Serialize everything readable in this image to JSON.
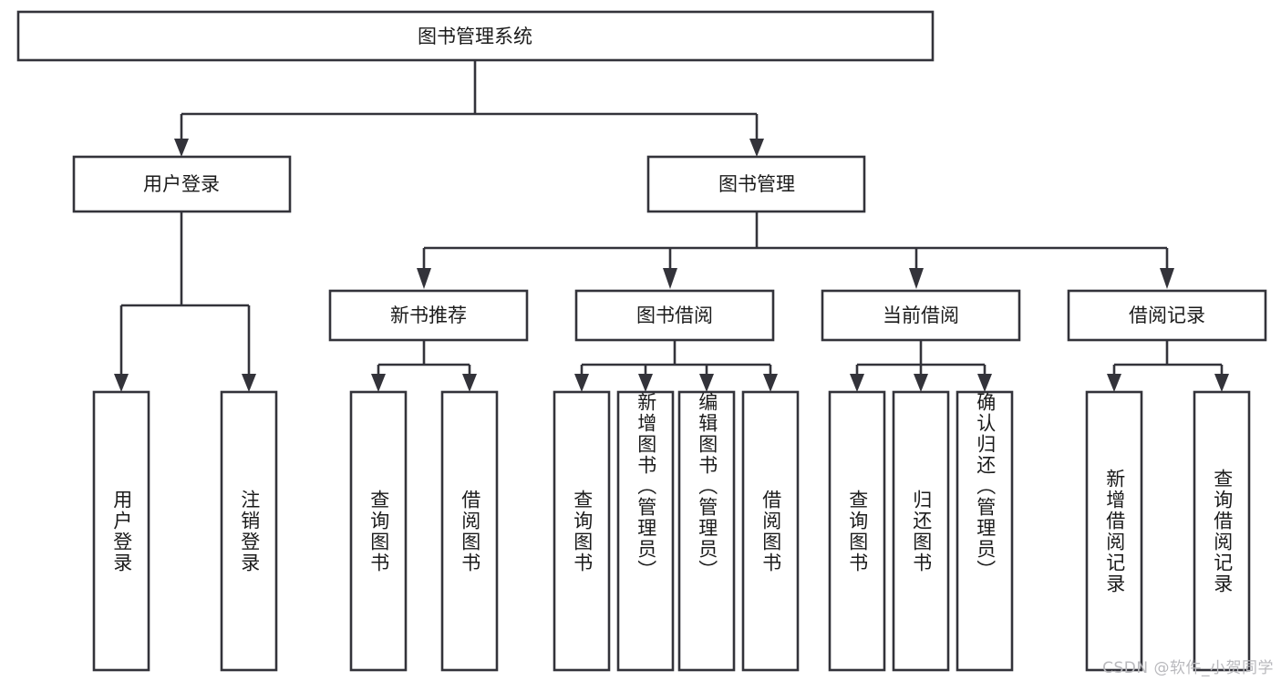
{
  "diagram": {
    "title_box": {
      "label": "图书管理系统"
    },
    "level2": [
      {
        "id": "user-login",
        "label": "用户登录"
      },
      {
        "id": "book-management",
        "label": "图书管理"
      }
    ],
    "level3": [
      {
        "id": "new-book-recommend",
        "label": "新书推荐"
      },
      {
        "id": "book-borrow",
        "label": "图书借阅"
      },
      {
        "id": "current-borrow",
        "label": "当前借阅"
      },
      {
        "id": "borrow-record",
        "label": "借阅记录"
      }
    ],
    "leaves": [
      {
        "id": "leaf-user-login",
        "label": "用户登录",
        "parent": "user-login"
      },
      {
        "id": "leaf-logout-login",
        "label": "注销登录",
        "parent": "user-login"
      },
      {
        "id": "leaf-query-books-1",
        "label": "查询图书",
        "parent": "new-book-recommend"
      },
      {
        "id": "leaf-borrow-books-1",
        "label": "借阅图书",
        "parent": "new-book-recommend"
      },
      {
        "id": "leaf-query-books-2",
        "label": "查询图书",
        "parent": "book-borrow"
      },
      {
        "id": "leaf-add-book",
        "label": "新增图书（管理员）",
        "parent": "book-borrow"
      },
      {
        "id": "leaf-edit-book",
        "label": "编辑图书（管理员）",
        "parent": "book-borrow"
      },
      {
        "id": "leaf-borrow-books-2",
        "label": "借阅图书",
        "parent": "book-borrow"
      },
      {
        "id": "leaf-query-books-3",
        "label": "查询图书",
        "parent": "current-borrow"
      },
      {
        "id": "leaf-return-book",
        "label": "归还图书",
        "parent": "current-borrow"
      },
      {
        "id": "leaf-confirm-return",
        "label": "确认归还（管理员）",
        "parent": "current-borrow"
      },
      {
        "id": "leaf-add-record",
        "label": "新增借阅记录",
        "parent": "borrow-record"
      },
      {
        "id": "leaf-query-record",
        "label": "查询借阅记录",
        "parent": "borrow-record"
      }
    ],
    "colors": {
      "stroke": "#33333a",
      "text": "#1b1b1b",
      "background": "#ffffff",
      "watermark": "#b9b9bd"
    }
  },
  "watermark": {
    "text": "CSDN @软件_小贺同学"
  }
}
